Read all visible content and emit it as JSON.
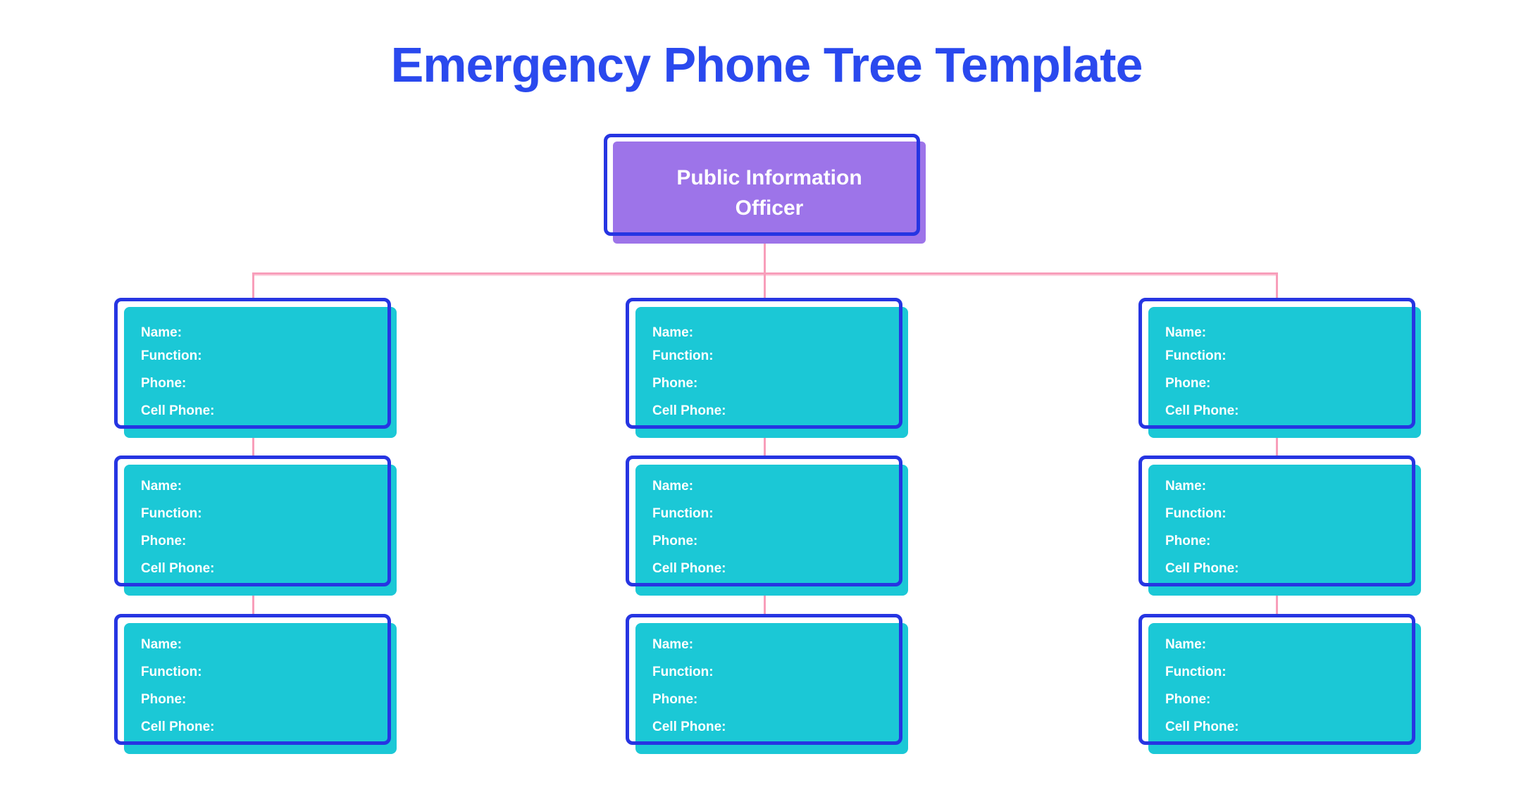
{
  "page": {
    "title": "Emergency Phone Tree Template"
  },
  "theme": {
    "background": "#ffffff",
    "title_color": "#2a49ee",
    "outline_blue": "#2635e2",
    "node_teal": "#1bc8d6",
    "root_purple": "#9d74e9",
    "connector_pink": "#f89eba",
    "text_white": "#ffffff"
  },
  "root_node": {
    "label": "Public Information\nOfficer"
  },
  "node_fields": {
    "name": "Name:",
    "function": "Function:",
    "phone": "Phone:",
    "cell_phone": "Cell Phone:"
  }
}
